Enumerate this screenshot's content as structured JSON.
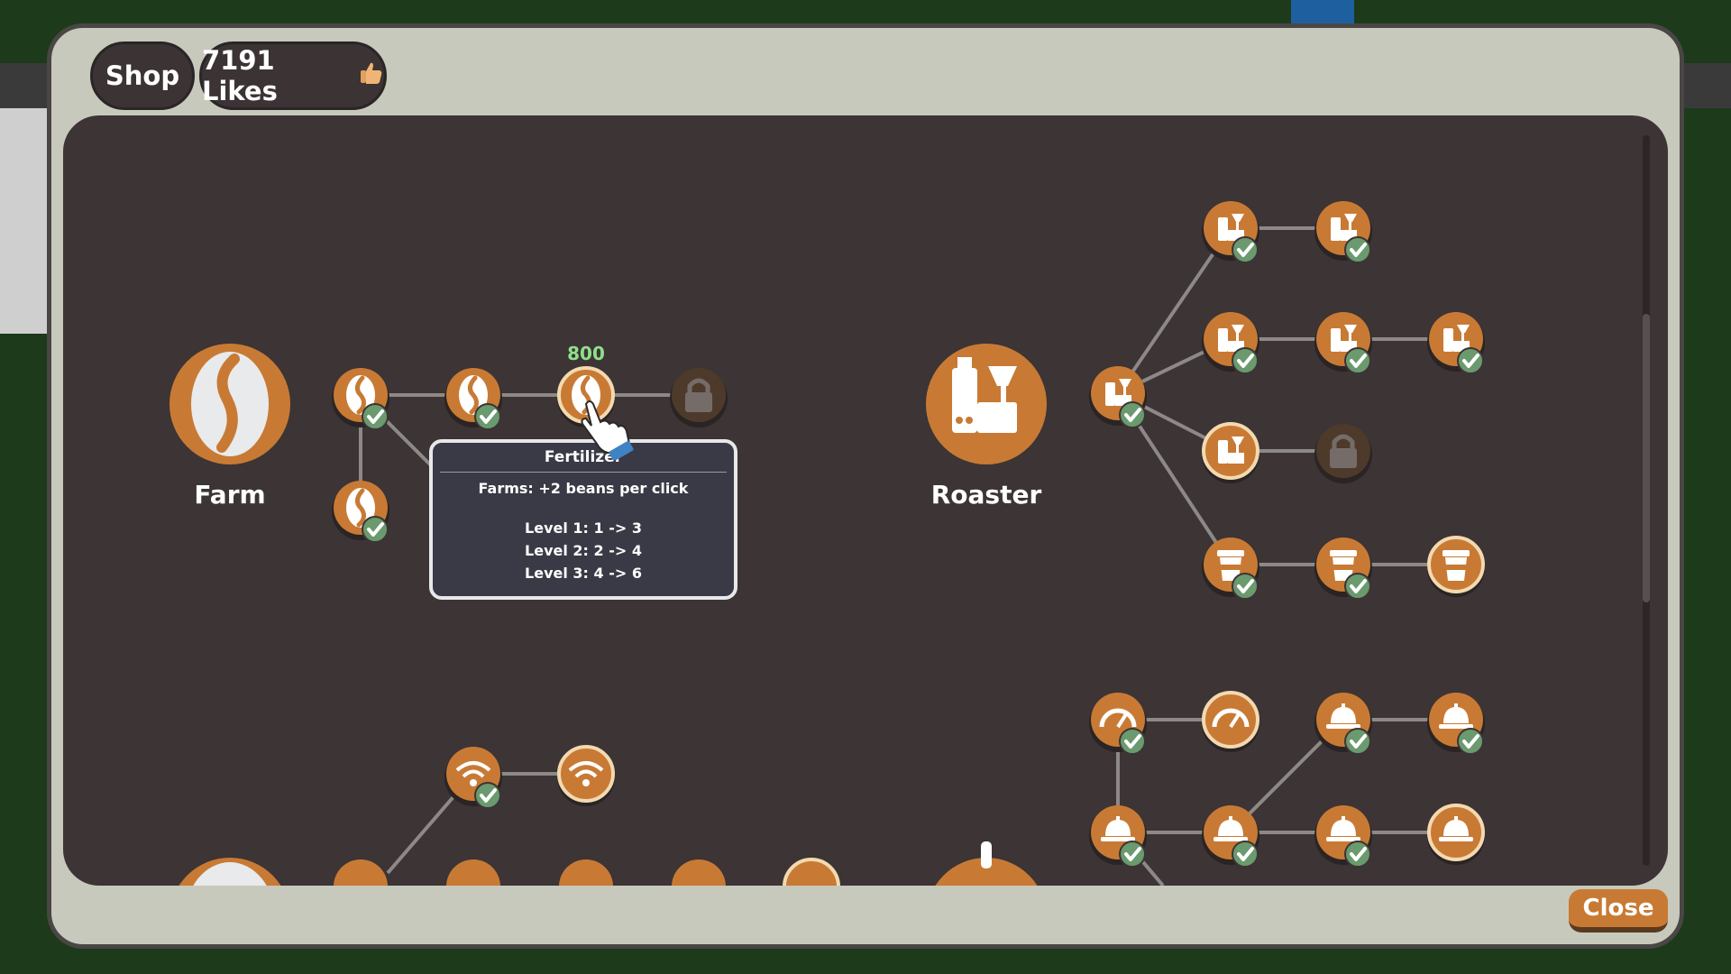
{
  "header": {
    "shop_label": "Shop",
    "likes_label": "7191 Likes"
  },
  "sections": {
    "farm_label": "Farm",
    "roaster_label": "Roaster"
  },
  "node_price": "800",
  "tooltip": {
    "title": "Fertilizer",
    "description": "Farms: +2 beans per click",
    "levels": [
      "Level 1: 1 -> 3",
      "Level 2: 2 -> 4",
      "Level 3: 4 -> 6"
    ]
  },
  "close_label": "Close",
  "colors": {
    "accent": "#c87a34",
    "panel": "#c8c9bd",
    "tree_bg": "#3c3435",
    "check": "#6a9a6e",
    "price": "#8fe08a"
  },
  "nodes": [
    {
      "id": "farm-1",
      "icon": "bean-icon",
      "state": "owned"
    },
    {
      "id": "farm-2",
      "icon": "bean-icon",
      "state": "owned"
    },
    {
      "id": "fertilizer",
      "icon": "bean-icon",
      "state": "available"
    },
    {
      "id": "farm-lock",
      "icon": "lock-icon",
      "state": "locked"
    },
    {
      "id": "farm-4",
      "icon": "bean-icon",
      "state": "owned"
    },
    {
      "id": "roaster-root",
      "icon": "roaster-icon",
      "state": "owned"
    },
    {
      "id": "roaster-top-1",
      "icon": "roaster-icon",
      "state": "owned"
    },
    {
      "id": "roaster-top-2",
      "icon": "roaster-icon",
      "state": "owned"
    },
    {
      "id": "roaster-mid-1",
      "icon": "roaster-icon",
      "state": "owned"
    },
    {
      "id": "roaster-mid-2",
      "icon": "roaster-icon",
      "state": "owned"
    },
    {
      "id": "roaster-mid-3",
      "icon": "roaster-icon",
      "state": "owned"
    },
    {
      "id": "roaster-low-1",
      "icon": "roaster-icon",
      "state": "available"
    },
    {
      "id": "roaster-lock",
      "icon": "lock-icon",
      "state": "locked"
    },
    {
      "id": "cup-1",
      "icon": "cup-icon",
      "state": "owned"
    },
    {
      "id": "cup-2",
      "icon": "cup-icon",
      "state": "owned"
    },
    {
      "id": "cup-3",
      "icon": "cup-icon",
      "state": "available"
    },
    {
      "id": "wifi-1",
      "icon": "wifi-icon",
      "state": "owned"
    },
    {
      "id": "wifi-2",
      "icon": "wifi-icon",
      "state": "available"
    },
    {
      "id": "gauge-1",
      "icon": "gauge-icon",
      "state": "owned"
    },
    {
      "id": "gauge-2",
      "icon": "gauge-icon",
      "state": "available"
    },
    {
      "id": "bell-1",
      "icon": "bell-icon",
      "state": "owned"
    },
    {
      "id": "bell-2",
      "icon": "bell-icon",
      "state": "owned"
    },
    {
      "id": "bell-3",
      "icon": "bell-icon",
      "state": "owned"
    },
    {
      "id": "bell-4",
      "icon": "bell-icon",
      "state": "owned"
    },
    {
      "id": "bell-5",
      "icon": "bell-icon",
      "state": "owned"
    },
    {
      "id": "bell-6",
      "icon": "bell-icon",
      "state": "available"
    }
  ]
}
